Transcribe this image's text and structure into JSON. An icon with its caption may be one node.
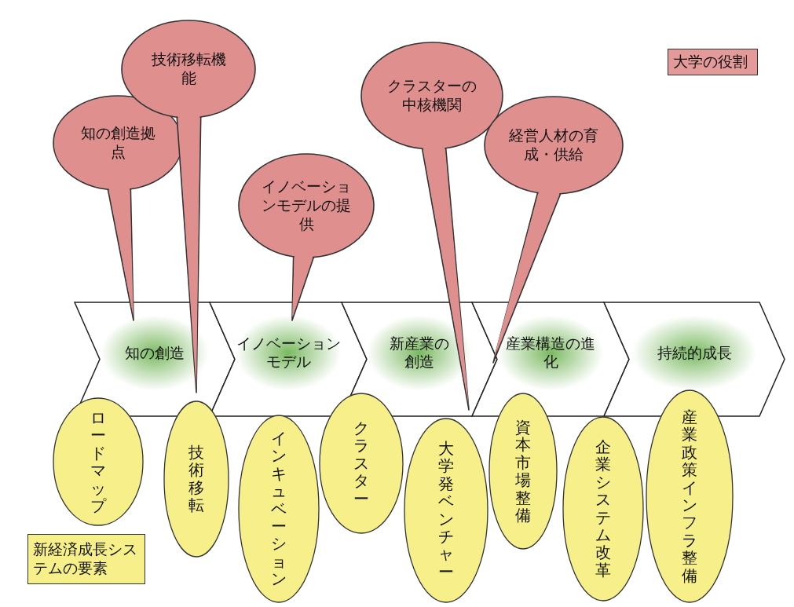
{
  "diagram": {
    "nodes": [
      {
        "text": [
          "知の創造拠点"
        ]
      },
      {
        "text": [
          "技術移転機能"
        ]
      },
      {
        "text": [
          "イノベーションモデルの提供"
        ]
      },
      {
        "text": [
          "クラスターの中核機関"
        ]
      },
      {
        "text": [
          "経営人材の育成・供給"
        ]
      },
      {
        "text": [
          "大学の役割"
        ]
      },
      {
        "text": [
          "知の創造"
        ]
      },
      {
        "text": [
          "イノベーションモデル"
        ]
      },
      {
        "text": [
          "新産業の創造"
        ]
      },
      {
        "text": [
          "産業構造の進化"
        ]
      },
      {
        "text": [
          "持続的成長"
        ]
      },
      {
        "text": [
          "ロードマップ"
        ]
      },
      {
        "text": [
          "技術移転"
        ]
      },
      {
        "text": [
          "インキュベーション"
        ]
      },
      {
        "text": [
          "クラスター"
        ]
      },
      {
        "text": [
          "大学発ベンチャー"
        ]
      },
      {
        "text": [
          "資本市場整備"
        ]
      },
      {
        "text": [
          "企業システム改革"
        ]
      },
      {
        "text": [
          "産業政策インフラ整備"
        ]
      },
      {
        "text": [
          "新経済成長システムの要素"
        ]
      }
    ]
  }
}
